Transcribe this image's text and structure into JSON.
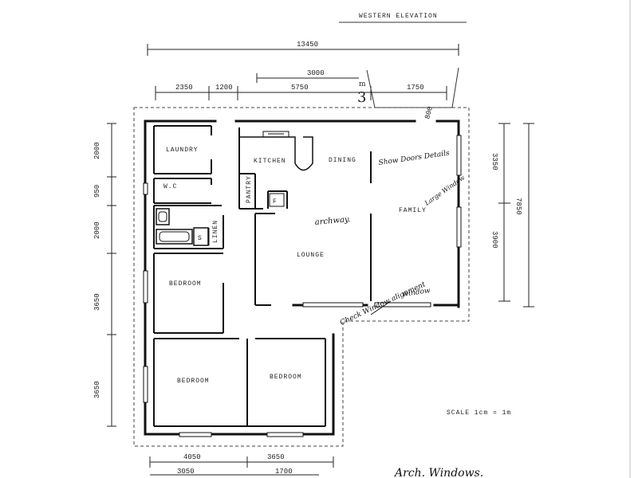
{
  "title": "WESTERN ELEVATION",
  "dimensions": {
    "overall_width": "13450",
    "top_3000": "3000",
    "top_2350": "2350",
    "top_1200": "1200",
    "top_5750": "5750",
    "top_1750": "1750",
    "top_800": "800",
    "left_2000_a": "2000",
    "left_950": "950",
    "left_2000_b": "2000",
    "left_3650_a": "3650",
    "left_3650_b": "3650",
    "right_3350": "3350",
    "right_3900": "3900",
    "right_7850": "7850",
    "bottom_4050": "4050",
    "bottom_3650": "3650",
    "bottom_3050": "3050",
    "bottom_1700": "1700"
  },
  "rooms": {
    "laundry": "LAUNDRY",
    "wc": "W.C",
    "kitchen": "KITCHEN",
    "dining": "DINING",
    "family": "FAMILY",
    "lounge": "LOUNGE",
    "bedroom_1": "BEDROOM",
    "bedroom_2": "BEDROOM",
    "bedroom_3": "BEDROOM",
    "linen": "LINEN",
    "pantry": "PANTRY",
    "shower_s": "S",
    "fridge_f": "F"
  },
  "annotations": {
    "show_doors": "Show Doors Details",
    "large_window": "Large Window",
    "archway": "archway.",
    "window": "window",
    "check_window": "Check Window alignment",
    "scale": "SCALE 1cm = 1m",
    "arch_windows": "Arch. Windows.",
    "marker_3": "3",
    "marker_m": "m"
  }
}
